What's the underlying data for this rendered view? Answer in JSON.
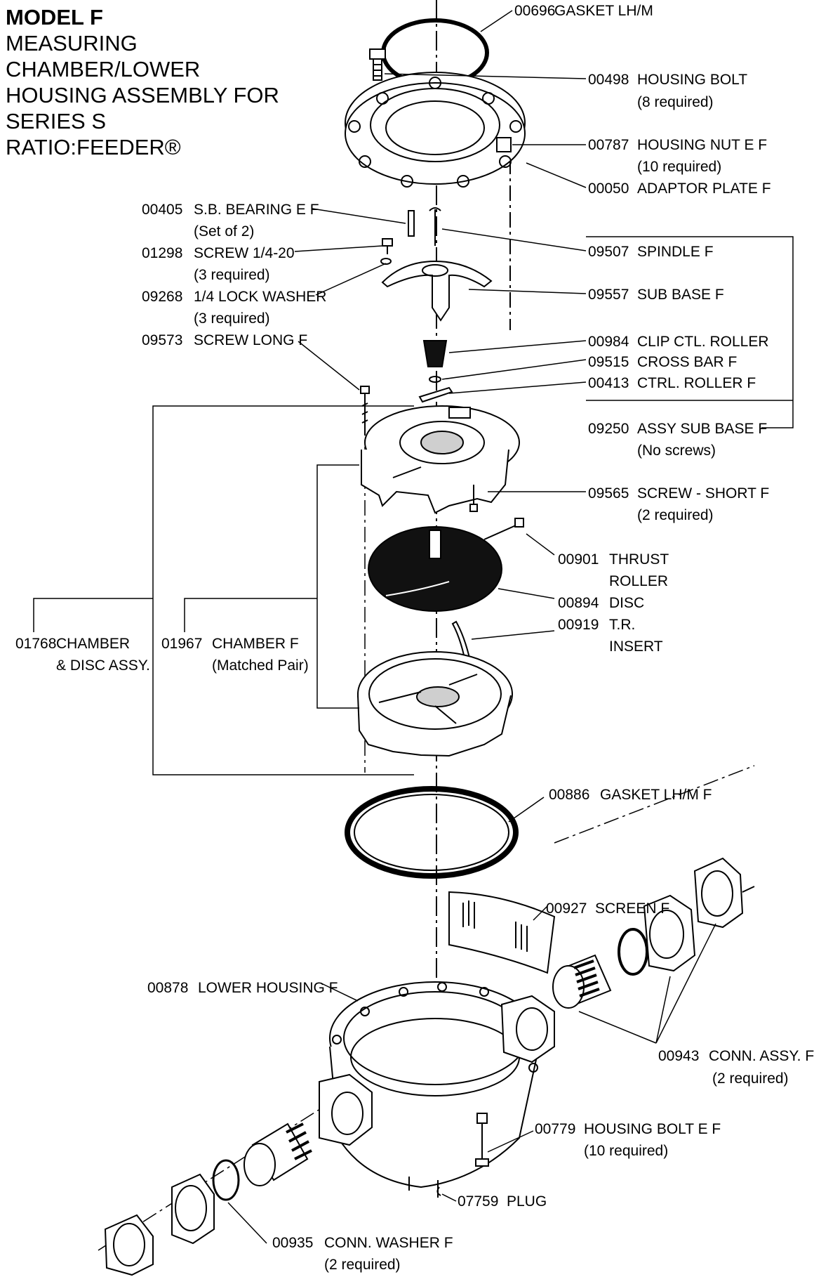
{
  "title": {
    "line1": "MODEL F",
    "line2": "MEASURING",
    "line3": "CHAMBER/LOWER",
    "line4": "HOUSING ASSEMBLY FOR",
    "line5": "SERIES  S",
    "line6": "RATIO:FEEDER®"
  },
  "parts": {
    "p00696": {
      "num": "00696",
      "name": "GASKET LH/M",
      "qty": ""
    },
    "p00498": {
      "num": "00498",
      "name": "HOUSING BOLT",
      "qty": "(8 required)"
    },
    "p00787": {
      "num": "00787",
      "name": "HOUSING NUT E F",
      "qty": "(10 required)"
    },
    "p00050": {
      "num": "00050",
      "name": "ADAPTOR PLATE F",
      "qty": ""
    },
    "p00405": {
      "num": "00405",
      "name": "S.B. BEARING E F",
      "qty": "(Set of 2)"
    },
    "p01298": {
      "num": "01298",
      "name": "SCREW 1/4-20",
      "qty": "(3 required)"
    },
    "p09268": {
      "num": "09268",
      "name": "1/4 LOCK WASHER",
      "qty": "(3 required)"
    },
    "p09573": {
      "num": "09573",
      "name": "SCREW LONG F",
      "qty": ""
    },
    "p09507": {
      "num": "09507",
      "name": "SPINDLE F",
      "qty": ""
    },
    "p09557": {
      "num": "09557",
      "name": "SUB BASE F",
      "qty": ""
    },
    "p00984": {
      "num": "00984",
      "name": "CLIP CTL. ROLLER",
      "qty": ""
    },
    "p09515": {
      "num": "09515",
      "name": "CROSS BAR F",
      "qty": ""
    },
    "p00413": {
      "num": "00413",
      "name": "CTRL. ROLLER F",
      "qty": ""
    },
    "p09250": {
      "num": "09250",
      "name": "ASSY SUB BASE F",
      "qty": "(No screws)"
    },
    "p09565": {
      "num": "09565",
      "name": "SCREW - SHORT F",
      "qty": "(2 required)"
    },
    "p00901": {
      "num": "00901",
      "name": "THRUST",
      "name2": "ROLLER"
    },
    "p00894": {
      "num": "00894",
      "name": "DISC"
    },
    "p00919": {
      "num": "00919",
      "name": "T.R.",
      "name2": "INSERT"
    },
    "p01768": {
      "num": "01768",
      "name": "CHAMBER",
      "name2": "& DISC ASSY."
    },
    "p01967": {
      "num": "01967",
      "name": "CHAMBER F",
      "qty": "(Matched Pair)"
    },
    "p00886": {
      "num": "00886",
      "name": "GASKET LH/M F"
    },
    "p00927": {
      "num": "00927",
      "name": "SCREEN F"
    },
    "p00878": {
      "num": "00878",
      "name": "LOWER HOUSING F"
    },
    "p00943": {
      "num": "00943",
      "name": "CONN. ASSY. F",
      "qty": "(2 required)"
    },
    "p00779": {
      "num": "00779",
      "name": "HOUSING BOLT E F",
      "qty": "(10 required)"
    },
    "p07759": {
      "num": "07759",
      "name": "PLUG"
    },
    "p00935": {
      "num": "00935",
      "name": "CONN. WASHER F",
      "qty": "(2 required)"
    }
  },
  "colors": {
    "ink": "#000000",
    "paper": "#ffffff",
    "part_fill": "#ffffff",
    "dark_fill": "#111111",
    "mid_fill": "#cfcfcf"
  }
}
